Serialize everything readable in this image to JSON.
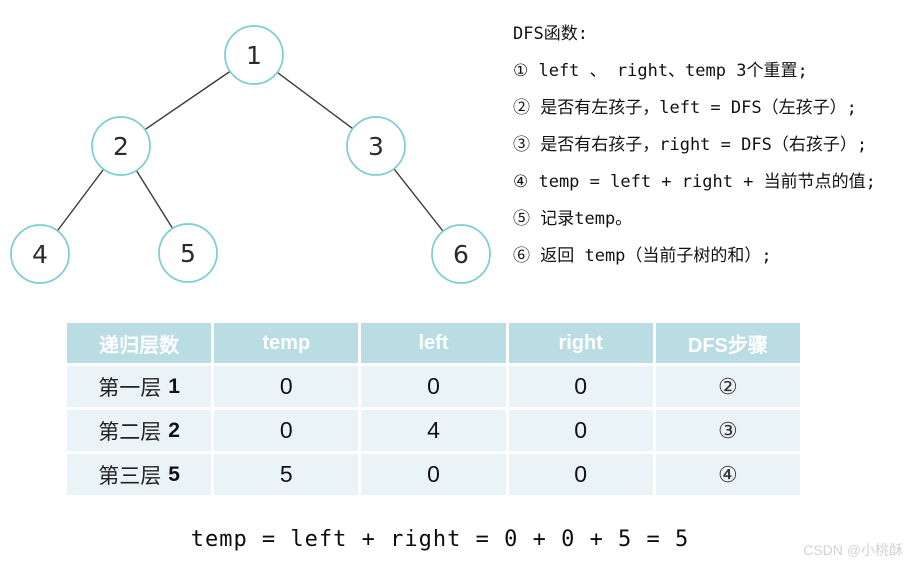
{
  "tree": {
    "nodes": [
      {
        "value": "1"
      },
      {
        "value": "2"
      },
      {
        "value": "3"
      },
      {
        "value": "4"
      },
      {
        "value": "5"
      },
      {
        "value": "6"
      }
    ],
    "edges": [
      "1-2",
      "1-3",
      "2-4",
      "2-5",
      "3-6"
    ]
  },
  "dfs_notes": {
    "title": "DFS函数:",
    "lines": [
      "① left 、 right、temp 3个重置;",
      "② 是否有左孩子，left = DFS（左孩子）;",
      "③ 是否有右孩子，right = DFS（右孩子）;",
      "④ temp = left + right + 当前节点的值;",
      "⑤ 记录temp。",
      "⑥ 返回 temp（当前子树的和）;"
    ]
  },
  "table": {
    "headers": [
      "递归层数",
      "temp",
      "left",
      "right",
      "DFS步骤"
    ],
    "rows": [
      {
        "level": "第一层",
        "node": "1",
        "temp": "0",
        "left": "0",
        "right": "0",
        "step": "②"
      },
      {
        "level": "第二层",
        "node": "2",
        "temp": "0",
        "left": "4",
        "right": "0",
        "step": "③"
      },
      {
        "level": "第三层",
        "node": "5",
        "temp": "5",
        "left": "0",
        "right": "0",
        "step": "④"
      }
    ]
  },
  "formula": "temp = left + right = 0 + 0 + 5 = 5",
  "watermark": "CSDN @小桃酥",
  "colors": {
    "node_border": "#7bccd5",
    "edge": "#3a3a3a",
    "table_header_bg": "#b9dde3",
    "table_row_bg": "#eaf4f6"
  }
}
